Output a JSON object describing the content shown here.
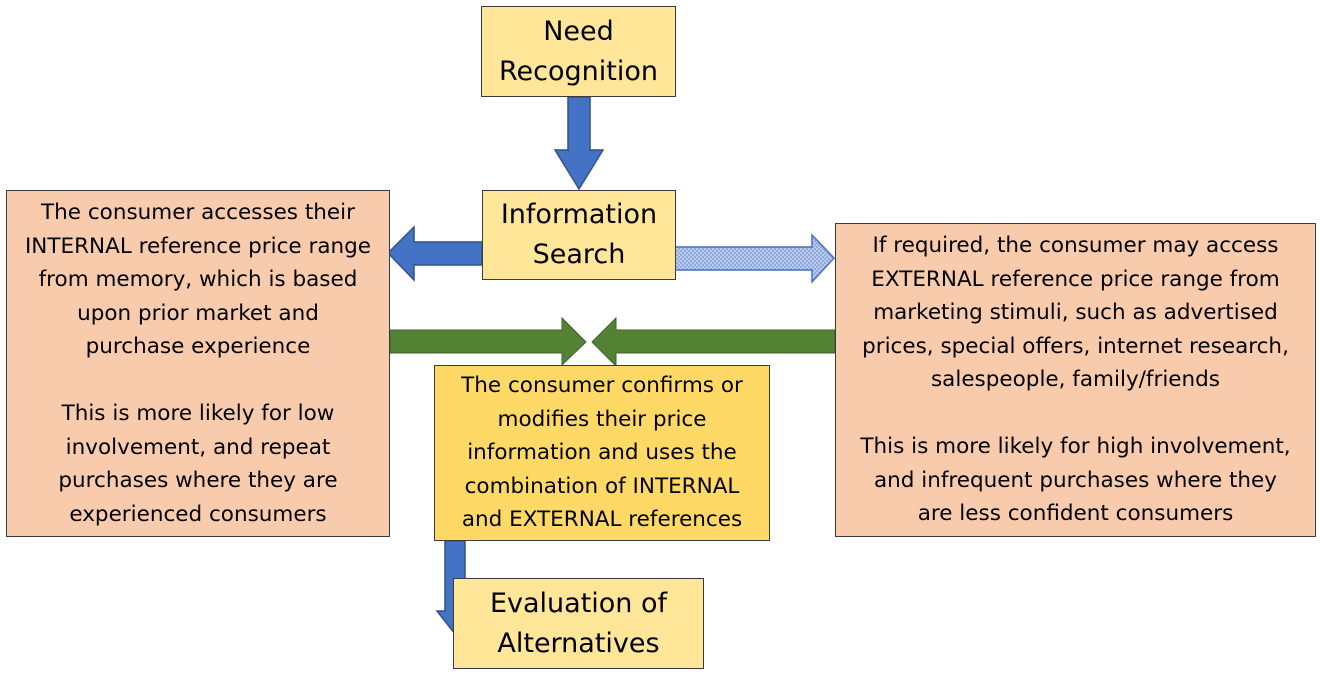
{
  "boxes": {
    "need": [
      "Need",
      "Recognition"
    ],
    "search": [
      "Information",
      "Search"
    ],
    "internal": {
      "para1": [
        "The consumer accesses their",
        "INTERNAL reference price range",
        "from memory, which is based",
        "upon prior market and",
        "purchase experience"
      ],
      "para2": [
        "This is more likely for low",
        "involvement, and repeat",
        "purchases where they are",
        "experienced consumers"
      ]
    },
    "external": {
      "para1": [
        "If required, the consumer may access",
        "EXTERNAL reference price range from",
        "marketing stimuli, such as advertised",
        "prices, special offers, internet research,",
        "salespeople, family/friends"
      ],
      "para2": [
        "This is more likely for high involvement,",
        "and infrequent purchases where they",
        "are less confident consumers"
      ]
    },
    "confirm": [
      "The consumer confirms or",
      "modifies their price",
      "information and uses the",
      "combination of INTERNAL",
      "and EXTERNAL references"
    ],
    "evaluation": [
      "Evaluation of",
      "Alternatives"
    ]
  },
  "colors": {
    "yellow": "#ffe699",
    "gold": "#ffd966",
    "salmon": "#f8cbad",
    "blue_arrow": "#4472c4",
    "green_arrow": "#548235"
  }
}
